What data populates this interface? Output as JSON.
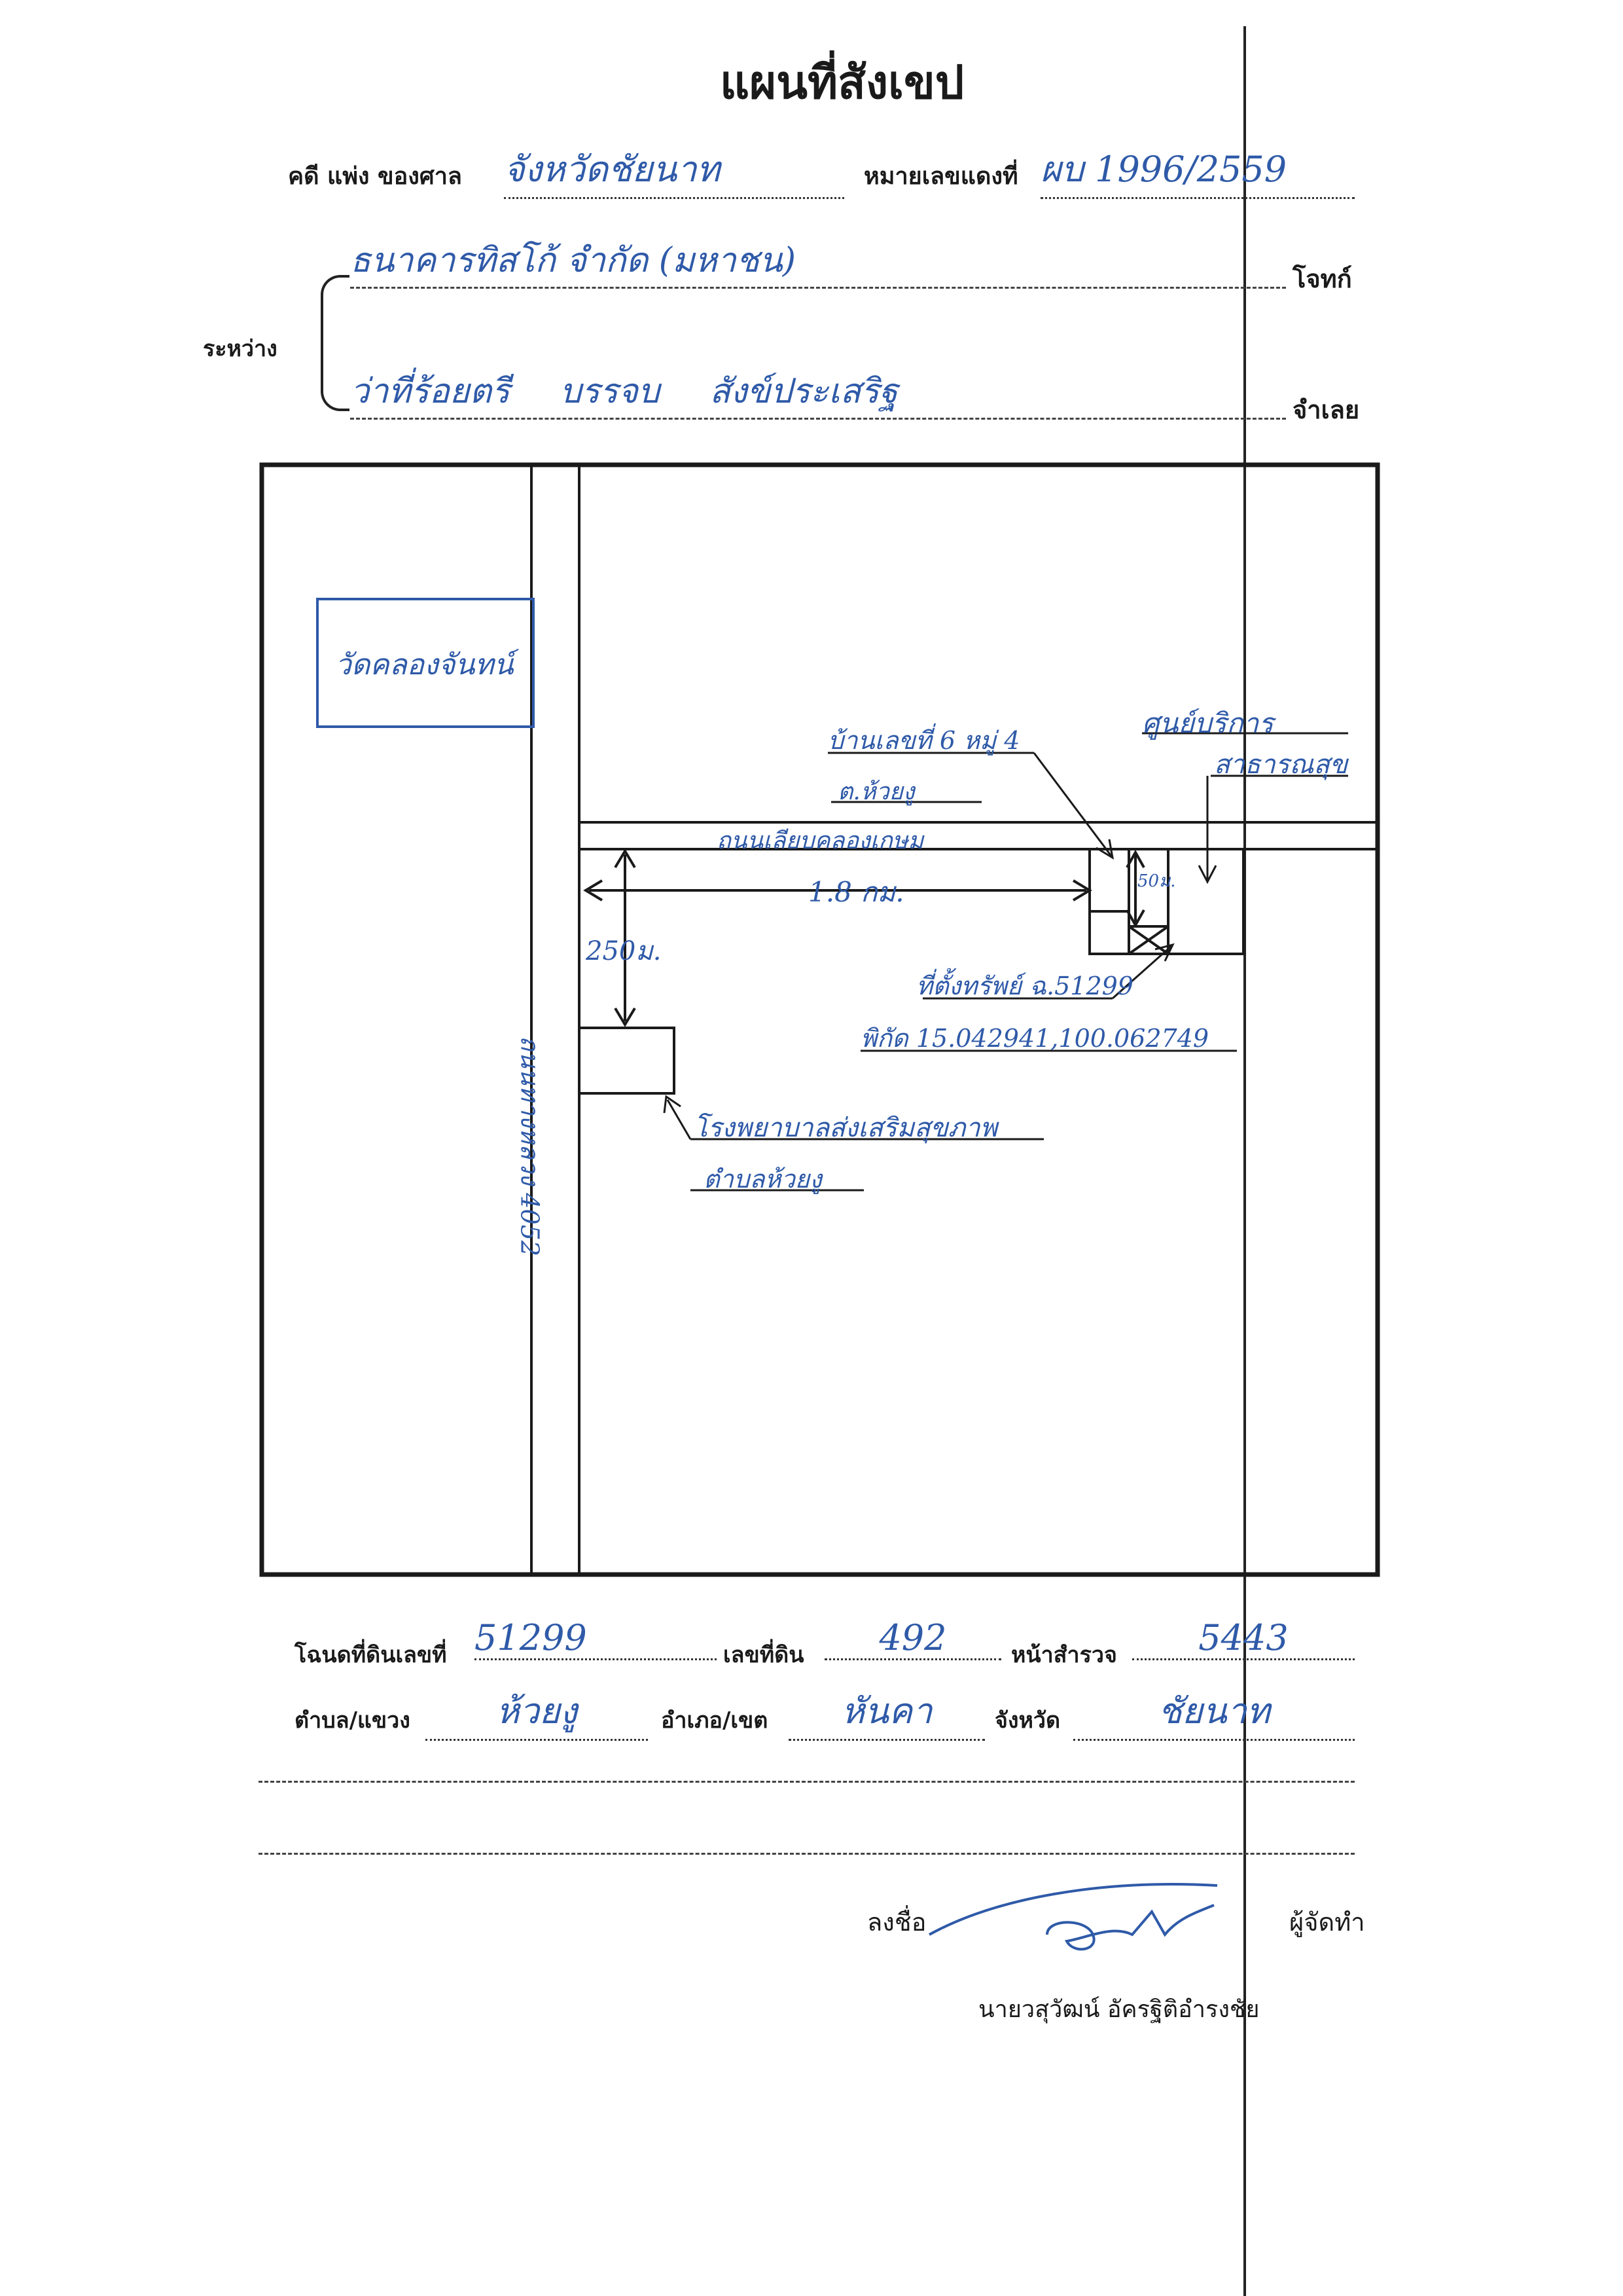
{
  "document": {
    "title": "แผนที่สังเขป",
    "case_label": "คดี แพ่ง ของศาล",
    "court": "จังหวัดชัยนาท",
    "map_no_label": "หมายเลขแดงที่",
    "map_no": "ผบ 1996/2559",
    "between_label": "ระหว่าง",
    "plaintiff": "ธนาคารทิสโก้ จำกัด (มหาชน)",
    "plaintiff_label": "โจทก์",
    "defendant": "ว่าที่ร้อยตรี บรรจบ สังข์ประเสริฐ",
    "defendant_label": "จำเลย"
  },
  "map": {
    "temple": "วัดคลองจันทน์",
    "village": "บ้านเลขที่ 6 หมู่ 4",
    "subdistrict": "ต.ห้วยงู",
    "health_center": "ศูนย์บริการ",
    "health_center_2": "สาธารณสุข",
    "road_name": "ถนนเลียบคลองเกษม",
    "distance_km": "1.8 กม.",
    "distance_50m": "50ม.",
    "distance_250m": "250ม.",
    "property_location": "ที่ตั้งทรัพย์ ฉ.51299",
    "coordinates": "พิกัด 15.042941,100.062749",
    "highway": "ถนนทางหลวง 4052",
    "hospital": "โรงพยาบาลส่งเสริมสุขภาพ",
    "hospital_2": "ตำบลห้วยงู"
  },
  "footer": {
    "deed_label": "โฉนดที่ดินเลขที่",
    "deed_no": "51299",
    "land_no_label": "เลขที่ดิน",
    "land_no": "492",
    "survey_label": "หน้าสำรวจ",
    "survey_no": "5443",
    "subdistrict_label": "ตำบล/แขวง",
    "subdistrict": "ห้วยงู",
    "district_label": "อำเภอ/เขต",
    "district": "หันคา",
    "province_label": "จังหวัด",
    "province": "ชัยนาท",
    "sign_label": "ลงชื่อ",
    "maker_label": "ผู้จัดทำ",
    "signer_name": "นายวสุวัฒน์ อัครฐิติอำรงชัย"
  },
  "colors": {
    "ink": "#2f5aa8",
    "print": "#1a1a1a"
  }
}
